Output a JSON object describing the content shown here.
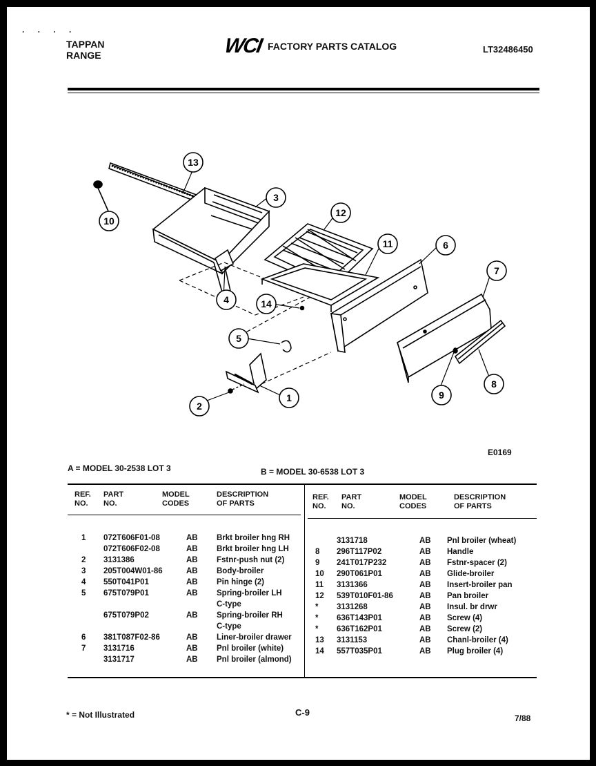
{
  "header": {
    "brand_line1": "TAPPAN",
    "brand_line2": "RANGE",
    "logo_text": "WCI",
    "catalog_title": "FACTORY PARTS CATALOG",
    "document_number": "LT32486450"
  },
  "diagram": {
    "callouts": [
      "13",
      "3",
      "10",
      "12",
      "11",
      "6",
      "7",
      "4",
      "14",
      "5",
      "9",
      "8",
      "2",
      "1"
    ],
    "drawing_code": "E0169"
  },
  "models": {
    "model_a": "A = MODEL 30-2538 LOT 3",
    "model_b": "B = MODEL 30-6538 LOT 3"
  },
  "table": {
    "headers": {
      "ref_line1": "REF.",
      "ref_line2": "NO.",
      "part_line1": "PART",
      "part_line2": "NO.",
      "model_line1": "MODEL",
      "model_line2": "CODES",
      "desc_line1": "DESCRIPTION",
      "desc_line2": "OF PARTS"
    },
    "left_rows": [
      {
        "ref": "1",
        "part": "072T606F01-08",
        "codes": "AB",
        "desc": "Brkt broiler hng RH"
      },
      {
        "ref": "",
        "part": "072T606F02-08",
        "codes": "AB",
        "desc": "Brkt broiler hng LH"
      },
      {
        "ref": "2",
        "part": "3131386",
        "codes": "AB",
        "desc": "Fstnr-push nut (2)"
      },
      {
        "ref": "3",
        "part": "205T004W01-86",
        "codes": "AB",
        "desc": "Body-broiler"
      },
      {
        "ref": "4",
        "part": "550T041P01",
        "codes": "AB",
        "desc": "Pin hinge (2)"
      },
      {
        "ref": "5",
        "part": "675T079P01",
        "codes": "AB",
        "desc": "Spring-broiler LH"
      },
      {
        "ref": "",
        "part": "",
        "codes": "",
        "desc": "C-type"
      },
      {
        "ref": "",
        "part": "675T079P02",
        "codes": "AB",
        "desc": "Spring-broiler RH"
      },
      {
        "ref": "",
        "part": "",
        "codes": "",
        "desc": "C-type"
      },
      {
        "ref": "6",
        "part": "381T087F02-86",
        "codes": "AB",
        "desc": "Liner-broiler drawer"
      },
      {
        "ref": "7",
        "part": "3131716",
        "codes": "AB",
        "desc": "Pnl broiler (white)"
      },
      {
        "ref": "",
        "part": "3131717",
        "codes": "AB",
        "desc": "Pnl broiler (almond)"
      }
    ],
    "right_rows": [
      {
        "ref": "",
        "part": "3131718",
        "codes": "AB",
        "desc": "Pnl broiler (wheat)"
      },
      {
        "ref": "8",
        "part": "296T117P02",
        "codes": "AB",
        "desc": "Handle"
      },
      {
        "ref": "9",
        "part": "241T017P232",
        "codes": "AB",
        "desc": "Fstnr-spacer (2)"
      },
      {
        "ref": "10",
        "part": "290T061P01",
        "codes": "AB",
        "desc": "Glide-broiler"
      },
      {
        "ref": "11",
        "part": "3131366",
        "codes": "AB",
        "desc": "Insert-broiler pan"
      },
      {
        "ref": "12",
        "part": "539T010F01-86",
        "codes": "AB",
        "desc": "Pan broiler"
      },
      {
        "ref": "*",
        "part": "3131268",
        "codes": "AB",
        "desc": "Insul. br drwr"
      },
      {
        "ref": "*",
        "part": "636T143P01",
        "codes": "AB",
        "desc": "Screw (4)"
      },
      {
        "ref": "*",
        "part": "636T162P01",
        "codes": "AB",
        "desc": "Screw (2)"
      },
      {
        "ref": "13",
        "part": "3131153",
        "codes": "AB",
        "desc": "Chanl-broiler (4)"
      },
      {
        "ref": "14",
        "part": "557T035P01",
        "codes": "AB",
        "desc": "Plug broiler (4)"
      }
    ]
  },
  "footer": {
    "note": "* = Not Illustrated",
    "page": "C-9",
    "date": "7/88"
  }
}
